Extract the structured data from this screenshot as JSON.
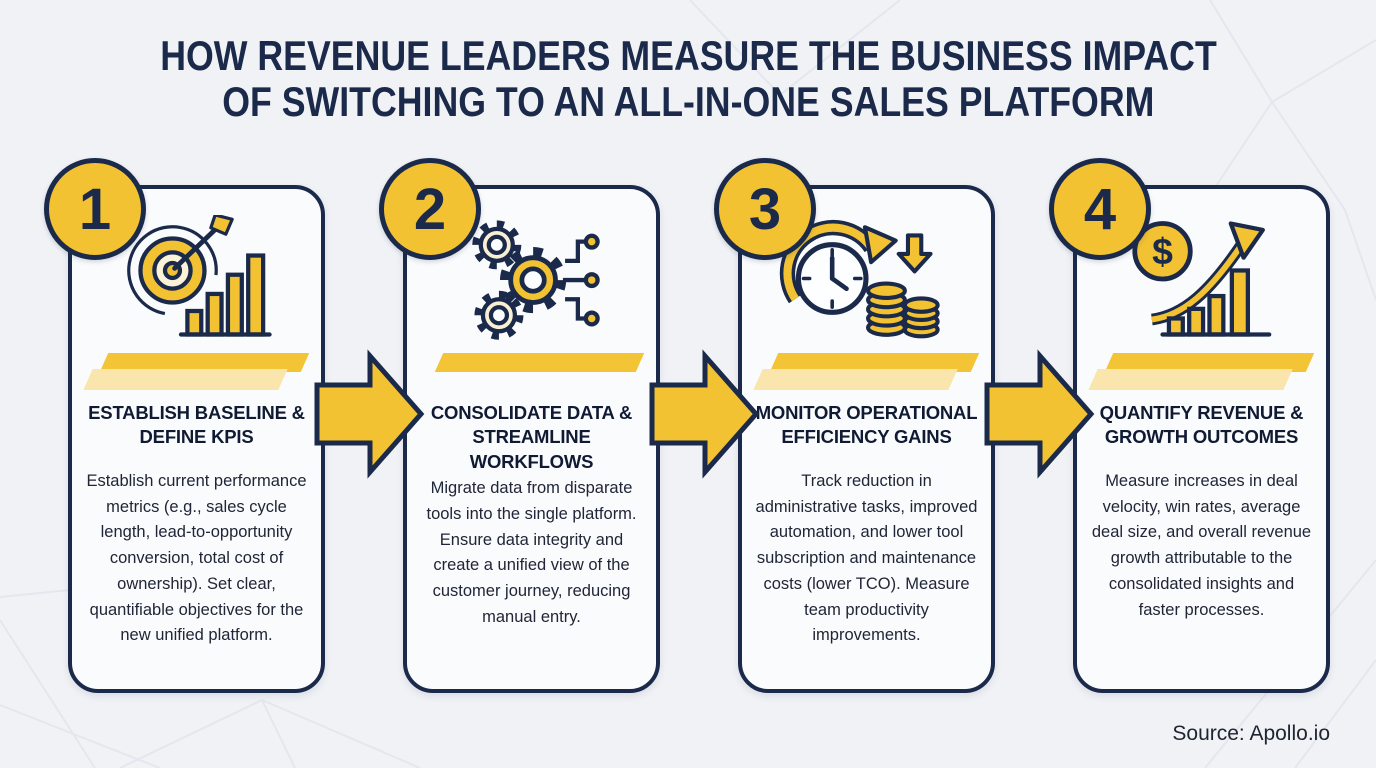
{
  "title": {
    "line1": "HOW REVENUE LEADERS MEASURE THE BUSINESS IMPACT",
    "line2": "OF SWITCHING TO AN ALL-IN-ONE SALES PLATFORM"
  },
  "steps": [
    {
      "number": "1",
      "icon": "target-bar-chart-icon",
      "heading": "ESTABLISH BASELINE & DEFINE KPIS",
      "body": "Establish current performance metrics (e.g., sales cycle length, lead-to-opportunity conversion, total cost of ownership). Set clear, quantifiable objectives for the new unified platform."
    },
    {
      "number": "2",
      "icon": "gears-network-icon",
      "heading": "CONSOLIDATE DATA & STREAMLINE WORKFLOWS",
      "body": "Migrate data from disparate tools into the single platform. Ensure data integrity and create a unified view of the customer journey, reducing manual entry."
    },
    {
      "number": "3",
      "icon": "clock-coins-icon",
      "heading": "MONITOR OPERATIONAL EFFICIENCY GAINS",
      "body": "Track reduction in administrative tasks, improved automation, and lower tool subscription and maintenance costs (lower TCO). Measure team productivity improvements."
    },
    {
      "number": "4",
      "icon": "dollar-growth-chart-icon",
      "heading": "QUANTIFY REVENUE & GROWTH OUTCOMES",
      "body": "Measure increases in deal velocity, win rates, average deal size, and overall revenue growth attributable to the consolidated insights and faster processes."
    }
  ],
  "separator_icon": "arrow-right-icon",
  "source": {
    "label": "Source: Apollo.io"
  },
  "icons": {
    "dollar_glyph": "$"
  },
  "colors": {
    "accent_yellow": "#F2C233",
    "accent_yellow_light": "#FAE6AC",
    "cream": "#F9EFD2",
    "navy": "#1B2A4A",
    "background": "#F0F2F6",
    "card_background": "#FAFBFD"
  }
}
